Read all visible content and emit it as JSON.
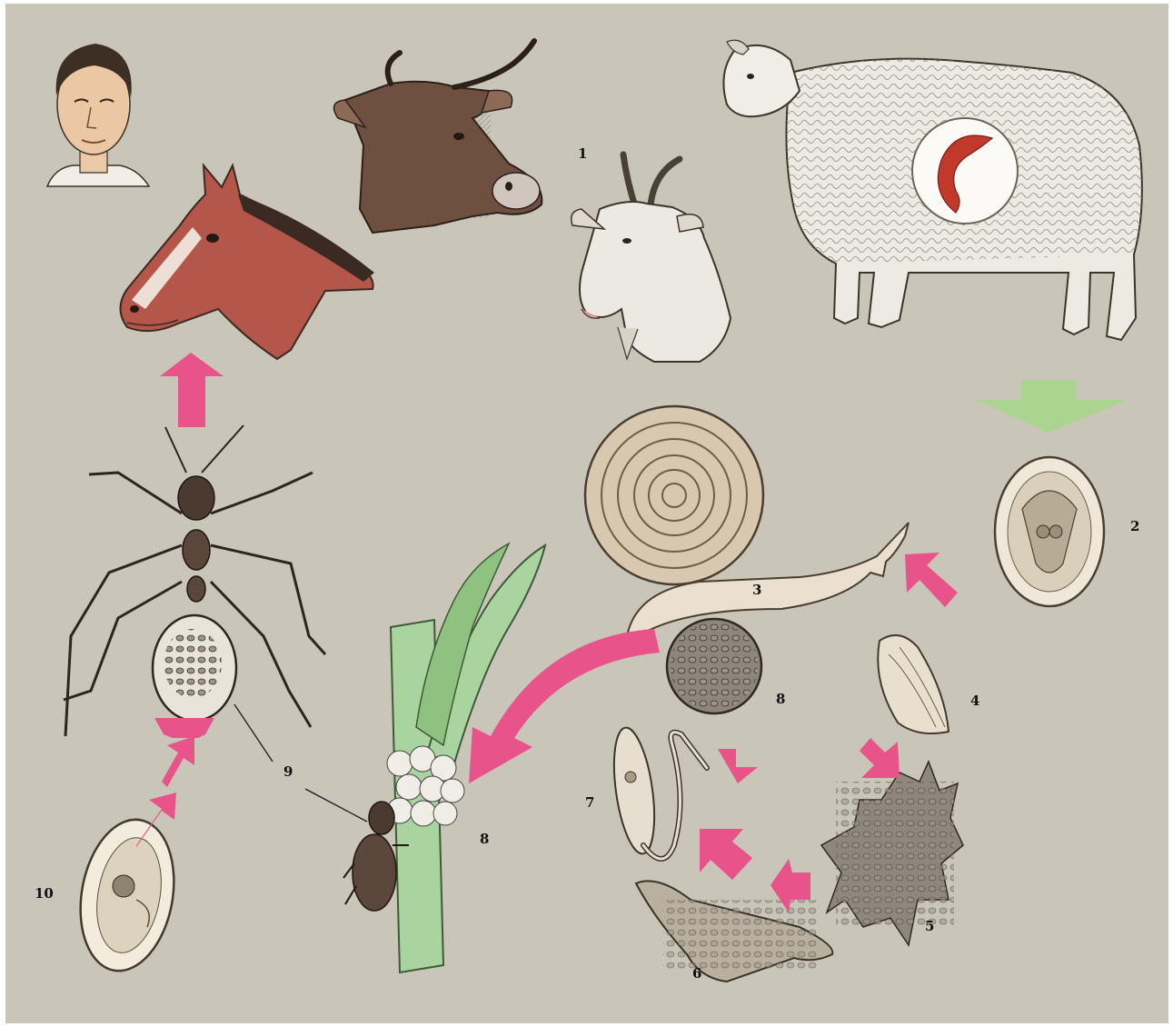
{
  "labels": {
    "n1": "1",
    "n2": "2",
    "n3": "3",
    "n4": "4",
    "n5": "5",
    "n6": "6",
    "n7": "7",
    "n8a": "8",
    "n8b": "8",
    "n9": "9",
    "n10": "10"
  },
  "colors": {
    "background": "#c9c5b9",
    "cycle_arrow": "#e8538a",
    "transfer_arrow": "#a6d68a",
    "fluke": "#c0392b",
    "horse": "#b5564a",
    "grass": "#a9d4a0"
  },
  "icons": [
    "human-head",
    "horse-head",
    "cow-head",
    "goat-head",
    "sheep",
    "liver-fluke-inset",
    "egg-stage-2",
    "snail-stage-3",
    "miracidium-stage-4",
    "sporocyst-stage-5",
    "redia-stage-6",
    "cercaria-stage-7",
    "slime-ball-stage-8",
    "ant-stage-9",
    "grass-blade",
    "egg-stage-10"
  ]
}
